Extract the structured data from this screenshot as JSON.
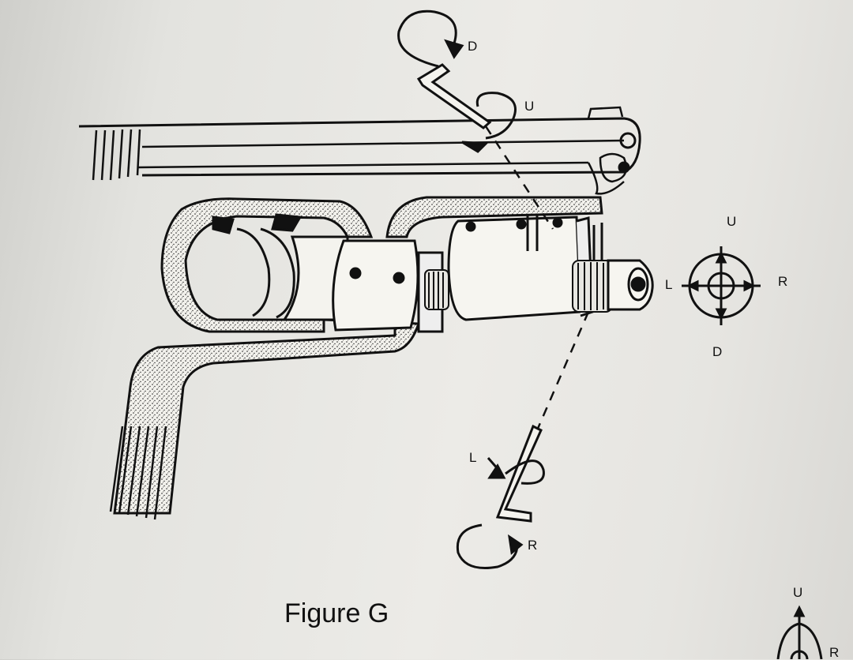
{
  "caption": "Figure G",
  "labels": {
    "top_wrench_dir": "D",
    "top_wrench_turn": "U",
    "reticle_up": "U",
    "reticle_down": "D",
    "reticle_left": "L",
    "reticle_right": "R",
    "bottom_wrench_turn": "L",
    "bottom_wrench_dir": "R",
    "corner_up": "U",
    "corner_right": "R"
  },
  "colors": {
    "ink": "#111111",
    "paper": "#ecebe7"
  }
}
